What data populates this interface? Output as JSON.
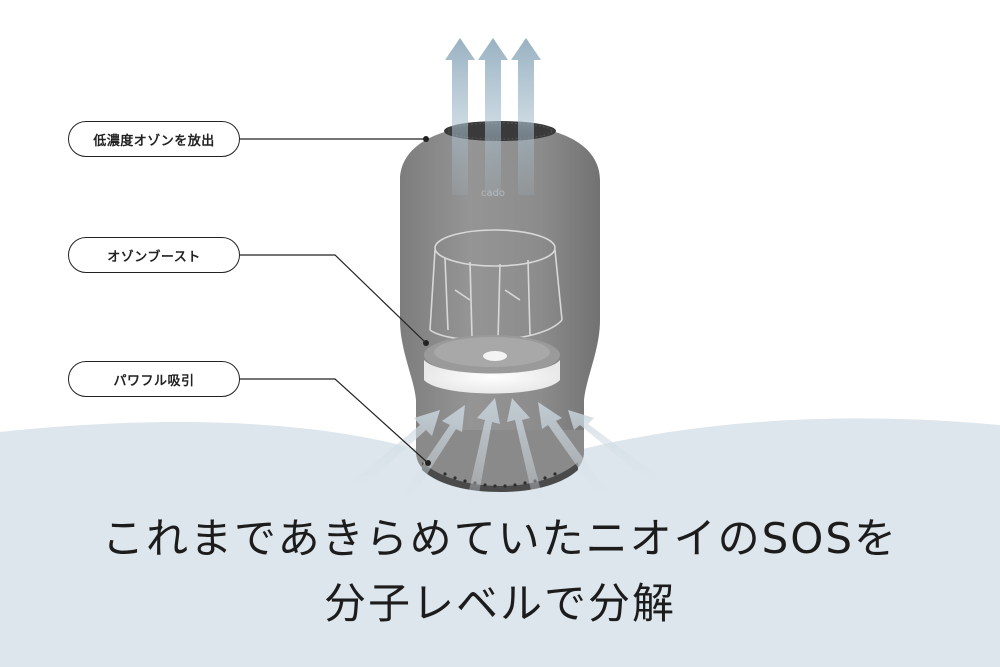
{
  "callouts": {
    "ozone_release": "低濃度オゾンを放出",
    "ozone_boost": "オゾンブースト",
    "powerful_suction": "パワフル吸引"
  },
  "device": {
    "brand_mark": "cado"
  },
  "headline": {
    "line1": "これまであきらめていたニオイのSOSを",
    "line2": "分子レベルで分解"
  },
  "colors": {
    "device_body": "#8e8e8e",
    "background_wave": "#dde6ec",
    "airflow_arrow": "#9fb6c6",
    "text": "#1c1c1c"
  }
}
